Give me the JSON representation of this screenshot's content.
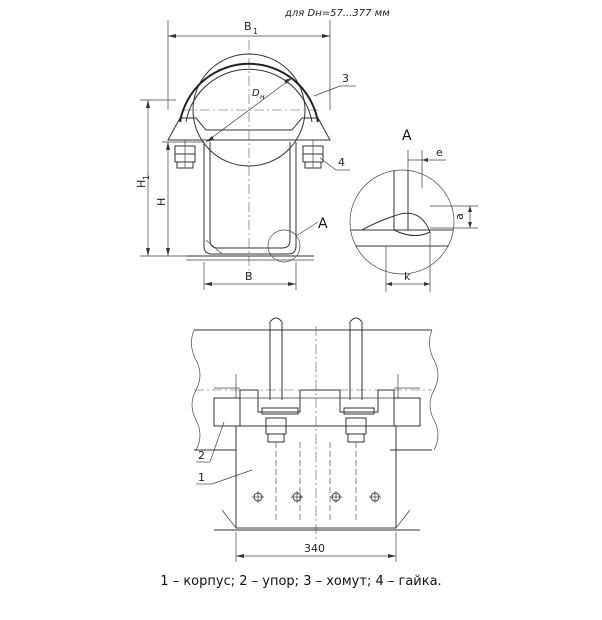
{
  "header_note": "для Dн=57...377 мм",
  "dimensions": {
    "b1": "B",
    "b1_sub": "1",
    "b": "B",
    "h": "H",
    "h1": "H",
    "h1_sub": "1",
    "dn": "D",
    "dn_sub": "н",
    "e": "e",
    "a": "a",
    "k": "k",
    "length": "340"
  },
  "callouts": {
    "clamp": "3",
    "nut": "4",
    "stop": "2",
    "body": "1",
    "view_a_ref": "A",
    "view_a_title": "A"
  },
  "caption": "1 – корпус;  2 – упор;  3 – хомут;  4 – гайка."
}
